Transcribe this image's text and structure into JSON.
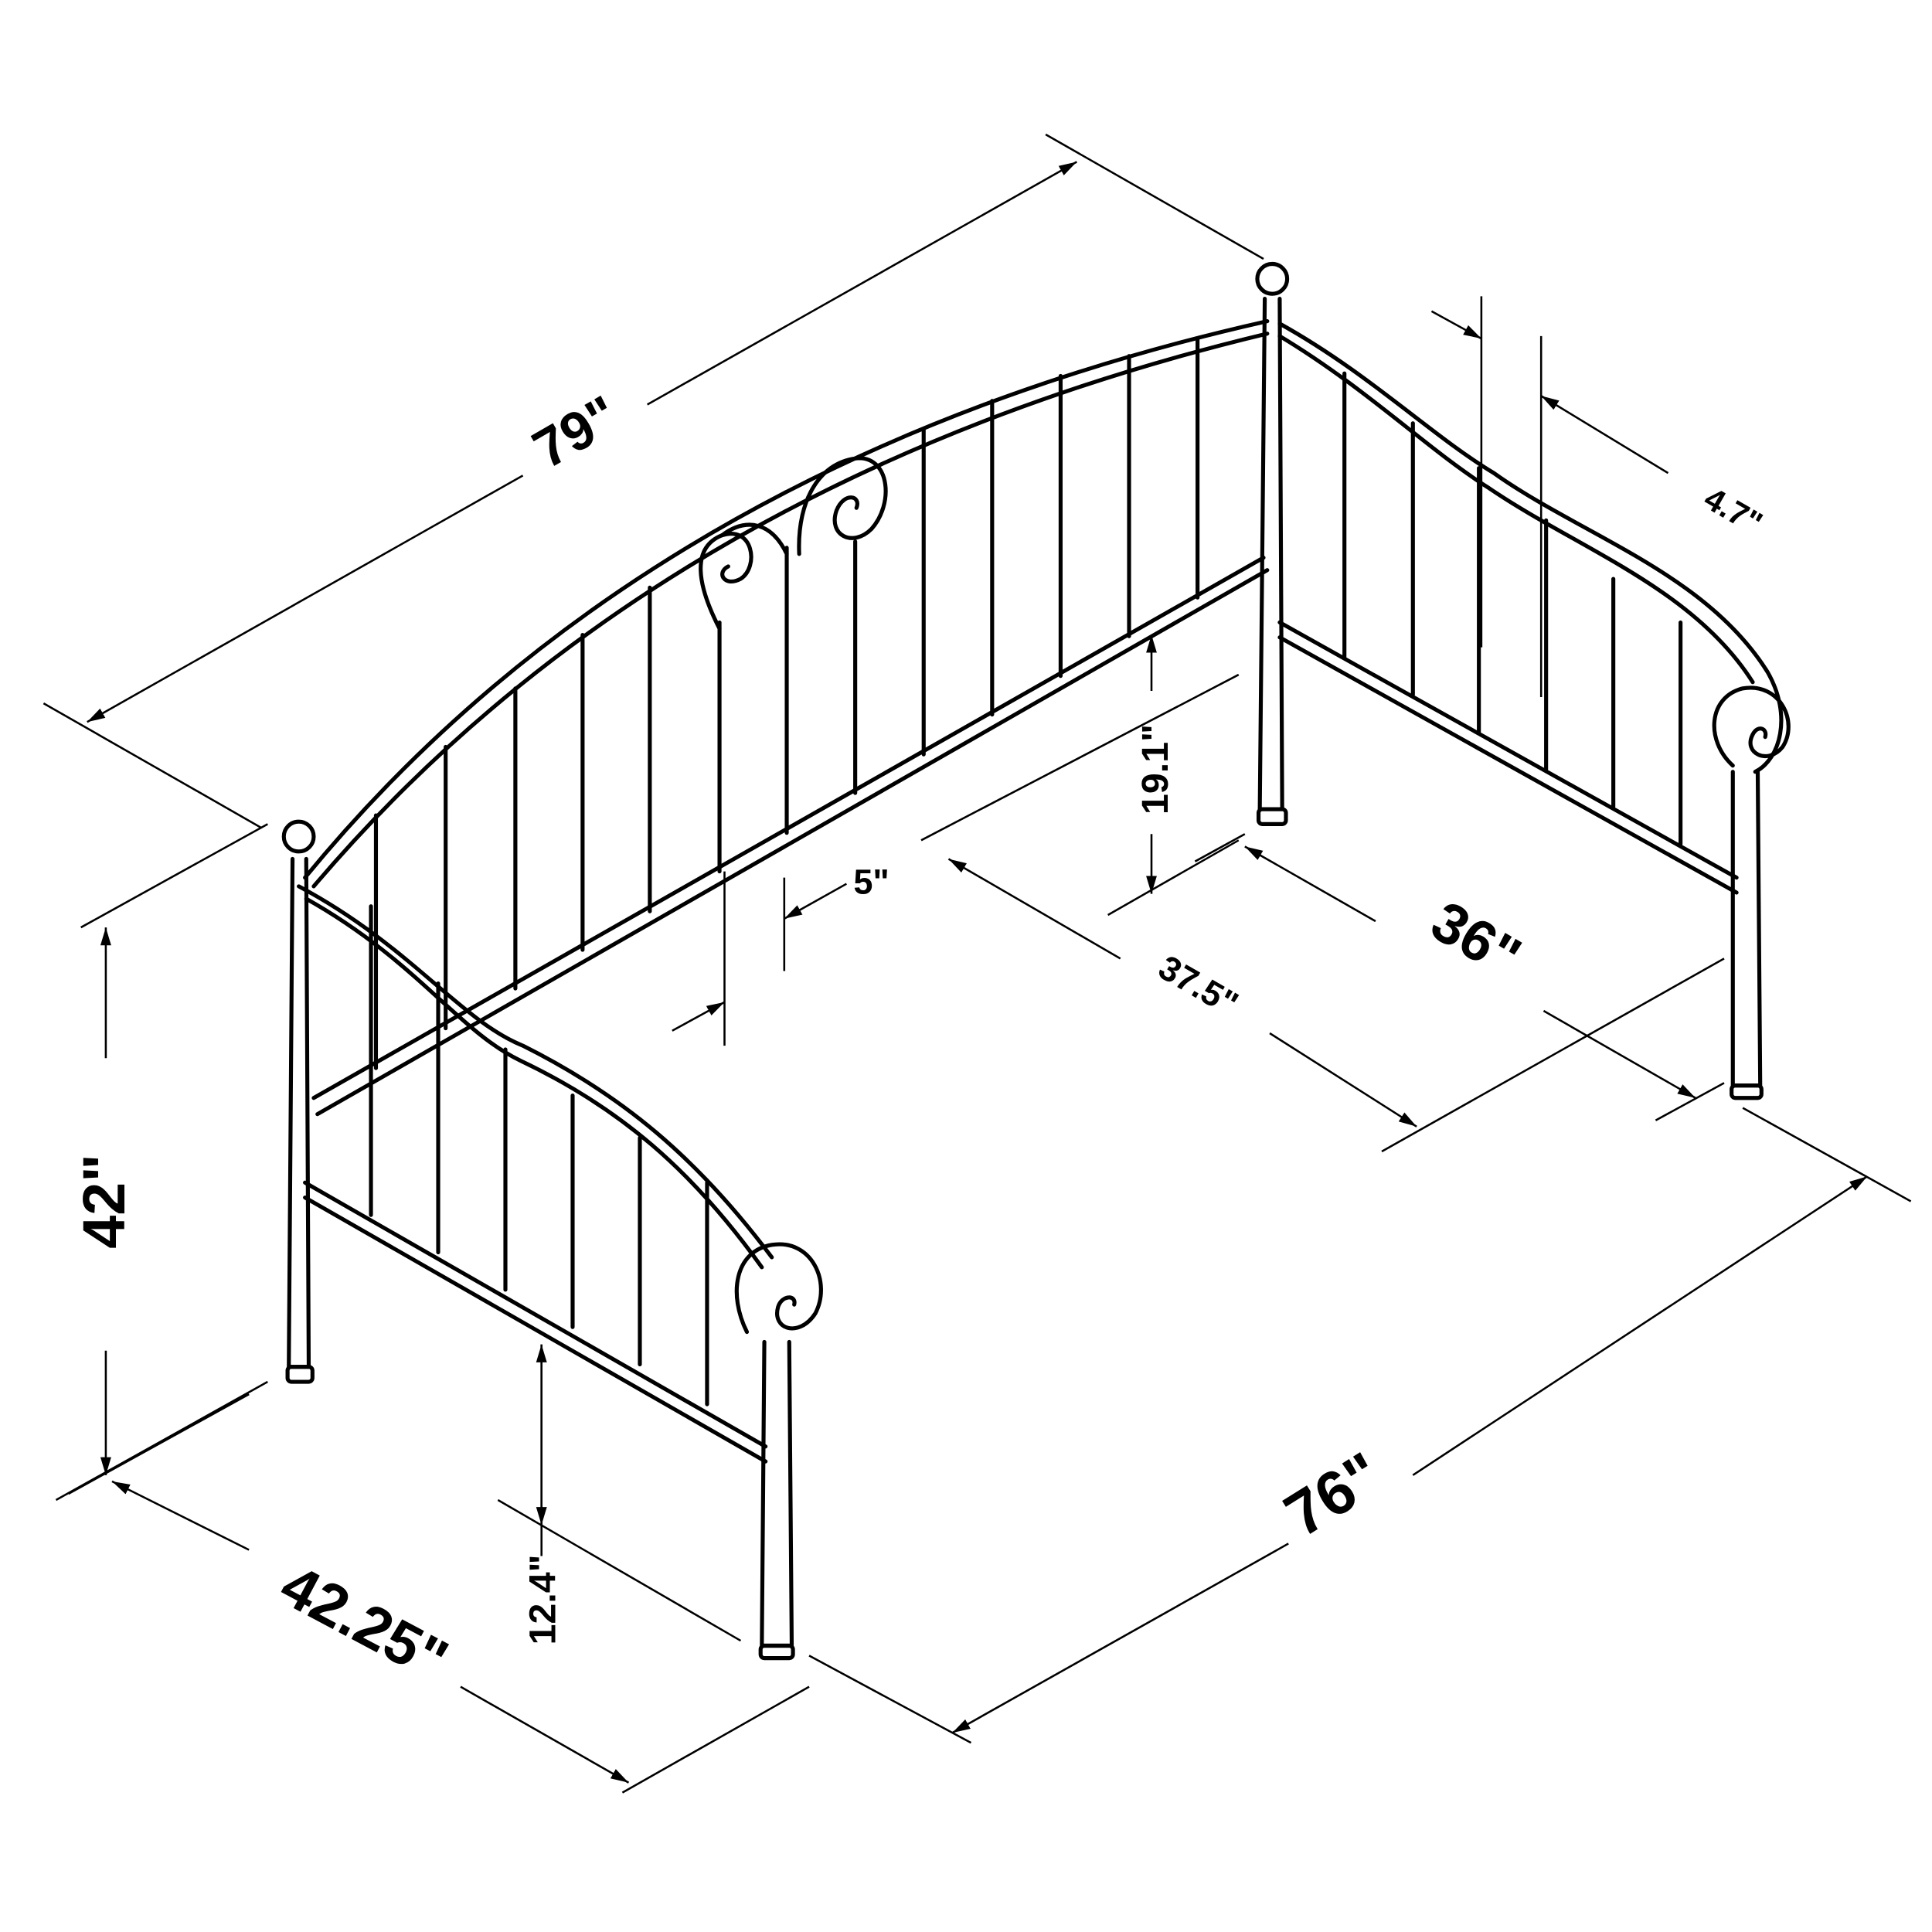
{
  "diagram": {
    "subject": "Metal daybed with scroll arms - dimensional drawing",
    "colors": {
      "line": "#000000",
      "background": "#ffffff"
    },
    "dimensions": {
      "overall_length": "79\"",
      "overall_height": "42\"",
      "overall_depth": "42.25\"",
      "inner_length": "76\"",
      "mattress_width": "36\"",
      "inner_depth": "37.5\"",
      "back_panel_height": "19.1\"",
      "floor_clearance": "12.4\"",
      "spindle_spacing": "5\"",
      "post_offset": "4.7\""
    }
  }
}
